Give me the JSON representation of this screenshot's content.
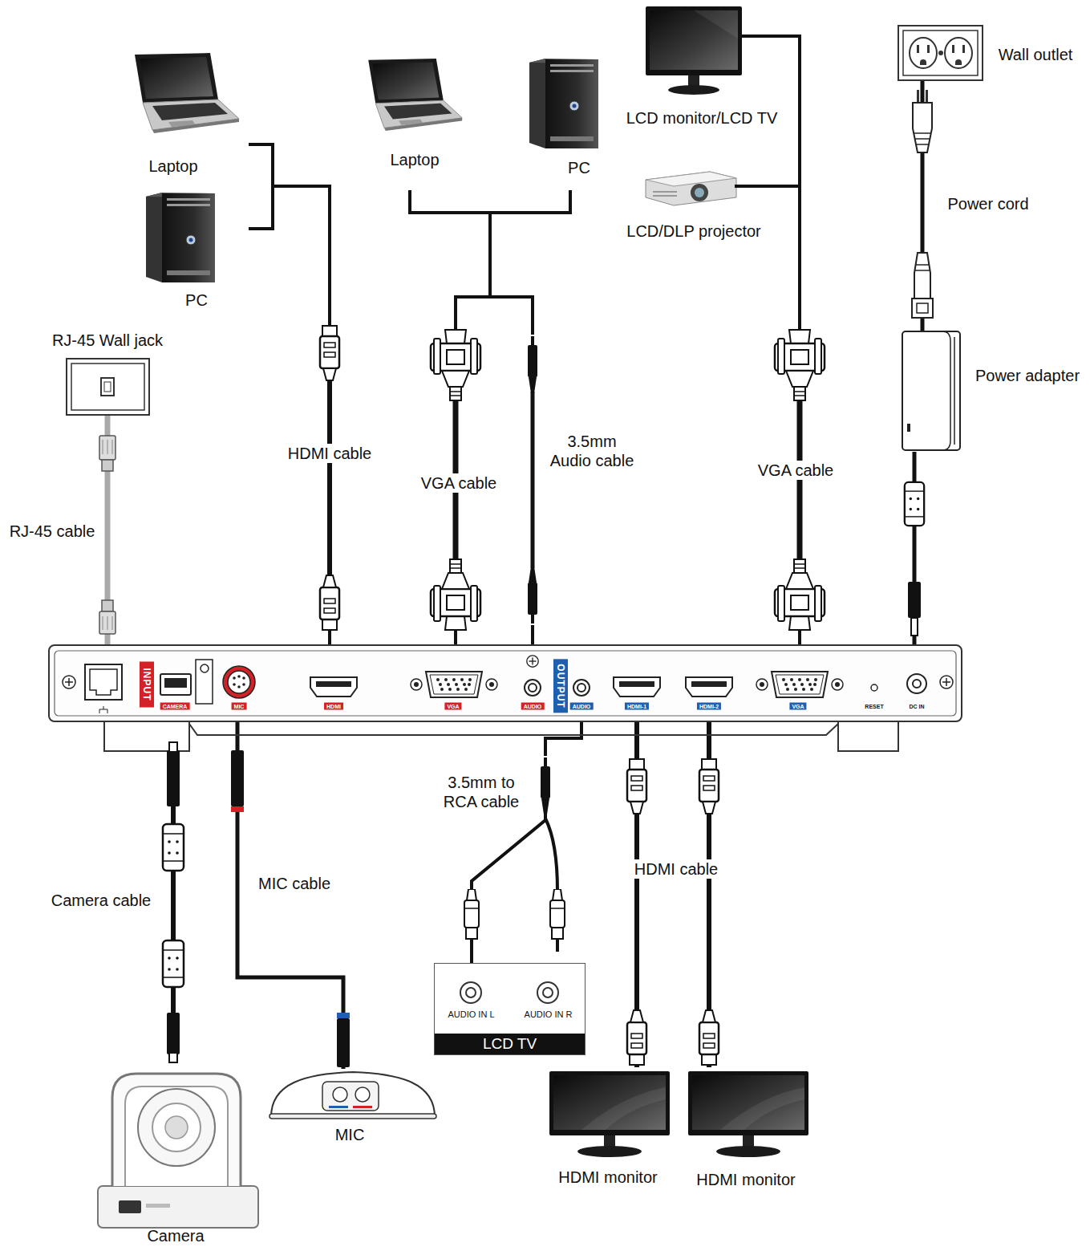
{
  "diagram": {
    "nodes": [
      {
        "text": [
          "Laptop"
        ]
      },
      {
        "text": [
          "PC"
        ]
      },
      {
        "text": [
          "Laptop"
        ]
      },
      {
        "text": [
          "PC"
        ]
      },
      {
        "text": [
          "LCD monitor/LCD TV"
        ]
      },
      {
        "text": [
          "LCD/DLP projector"
        ]
      },
      {
        "text": [
          "Wall outlet"
        ]
      },
      {
        "text": [
          "Power adapter"
        ]
      },
      {
        "text": [
          "RJ-45 Wall jack"
        ]
      },
      {
        "text": [
          "INPUT",
          "OUTPUT"
        ]
      },
      {
        "text": [
          "CAMERA"
        ],
        "in": 9
      },
      {
        "text": [
          "MIC"
        ],
        "in": 9
      },
      {
        "text": [
          "HDMI"
        ],
        "in": 9
      },
      {
        "text": [
          "VGA"
        ],
        "in": 9
      },
      {
        "text": [
          "AUDIO"
        ],
        "in": 9
      },
      {
        "text": [
          "AUDIO"
        ],
        "in": 9
      },
      {
        "text": [
          "HDMI-1"
        ],
        "in": 9
      },
      {
        "text": [
          "HDMI-2"
        ],
        "in": 9
      },
      {
        "text": [
          "VGA"
        ],
        "in": 9
      },
      {
        "text": [
          "DC IN"
        ],
        "in": 9
      },
      {
        "text": [
          "AUDIO IN L",
          "AUDIO IN R",
          "LCD TV"
        ]
      },
      {
        "text": [
          "HDMI monitor"
        ]
      },
      {
        "text": [
          "HDMI monitor"
        ]
      },
      {
        "text": [
          "Camera"
        ]
      },
      {
        "text": [
          "MIC"
        ]
      }
    ],
    "edges": [
      {
        "from": 0,
        "to": 12,
        "arrow": "none",
        "label": "HDMI cable"
      },
      {
        "from": 1,
        "to": 12,
        "arrow": "none"
      },
      {
        "from": 2,
        "to": 13,
        "arrow": "none",
        "label": "VGA cable"
      },
      {
        "from": 3,
        "to": 13,
        "arrow": "none"
      },
      {
        "from": 2,
        "to": 14,
        "arrow": "none",
        "label": "3.5mm Audio cable"
      },
      {
        "from": 3,
        "to": 14,
        "arrow": "none"
      },
      {
        "from": 18,
        "to": 4,
        "arrow": "none",
        "label": "VGA cable"
      },
      {
        "from": 18,
        "to": 5,
        "arrow": "none"
      },
      {
        "from": 6,
        "to": 7,
        "arrow": "none",
        "label": "Power cord"
      },
      {
        "from": 7,
        "to": 19,
        "arrow": "none"
      },
      {
        "from": 8,
        "to": 9,
        "arrow": "none",
        "label": "RJ-45 cable"
      },
      {
        "from": 10,
        "to": 23,
        "arrow": "none",
        "label": "Camera cable"
      },
      {
        "from": 11,
        "to": 24,
        "arrow": "none",
        "label": "MIC cable"
      },
      {
        "from": 15,
        "to": 20,
        "arrow": "none",
        "label": "3.5mm to RCA cable"
      },
      {
        "from": 16,
        "to": 21,
        "arrow": "none",
        "label": "HDMI cable"
      },
      {
        "from": 17,
        "to": 22,
        "arrow": "none"
      }
    ],
    "labels": [
      "RESET"
    ]
  }
}
